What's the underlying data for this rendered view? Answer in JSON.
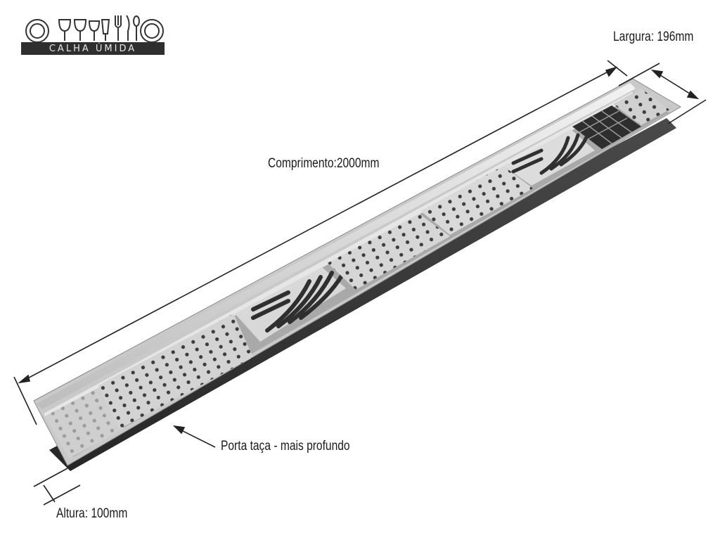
{
  "logo": {
    "text": "CALHA ÚMIDA",
    "icon_names": [
      "plate-icon",
      "wine-glass-icon",
      "wine-glass-icon",
      "wine-glass-icon",
      "wine-glass-icon",
      "fork-icon",
      "knife-icon",
      "spoon-icon",
      "plate-icon"
    ]
  },
  "dimensions": {
    "length": "Comprimento:2000mm",
    "width": "Largura: 196mm",
    "height": "Altura: 100mm"
  },
  "callouts": {
    "glass_holder": "Porta taça - mais profundo"
  },
  "colors": {
    "steel_light": "#d9d9d9",
    "steel_mid": "#b5b5b5",
    "steel_dark": "#3a3a3a",
    "text": "#1a1a1a"
  }
}
